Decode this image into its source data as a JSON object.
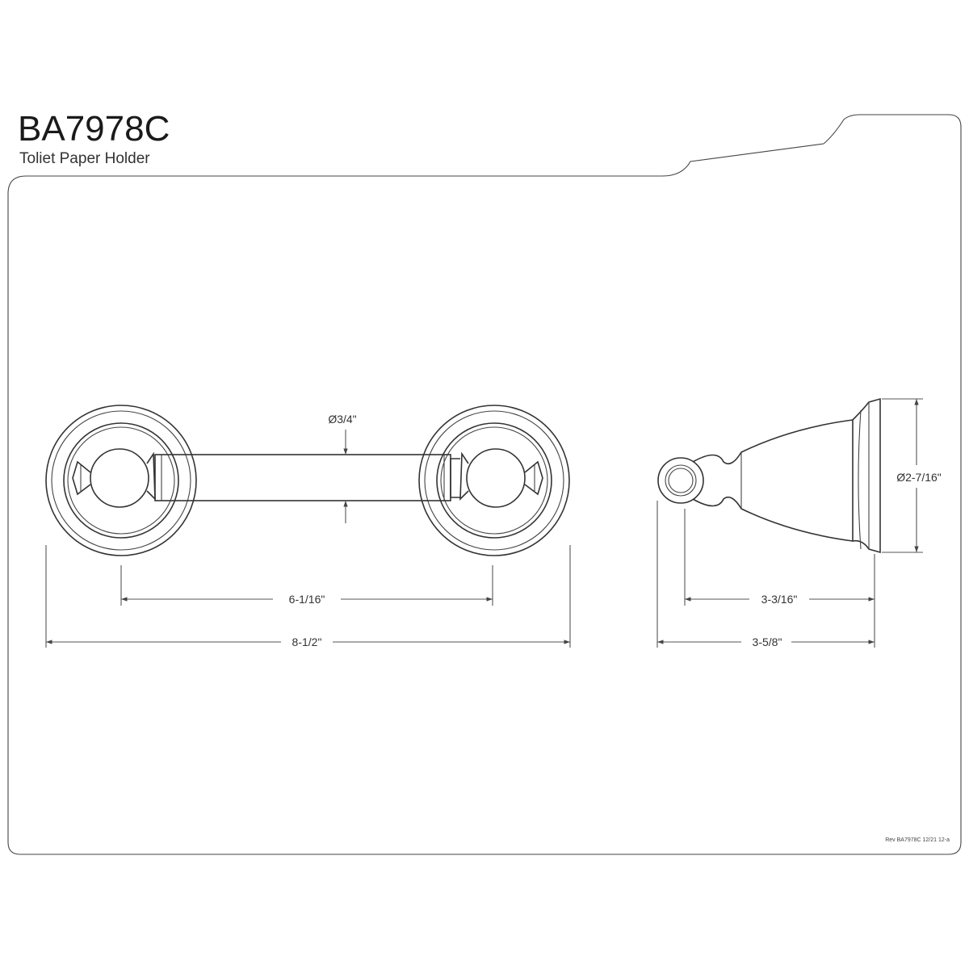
{
  "header": {
    "model_number": "BA7978C",
    "product_name": "Toliet Paper Holder"
  },
  "dimensions": {
    "bar_diameter": "Ø3/4\"",
    "center_spacing": "6-1/16\"",
    "overall_width": "8-1/2\"",
    "flange_diameter": "Ø2-7/16\"",
    "post_projection": "3-3/16\"",
    "overall_projection": "3-5/8\""
  },
  "footer": {
    "revision": "Rev BA7978C 12/21 12-a"
  },
  "colors": {
    "line": "#333333",
    "background": "#ffffff"
  }
}
